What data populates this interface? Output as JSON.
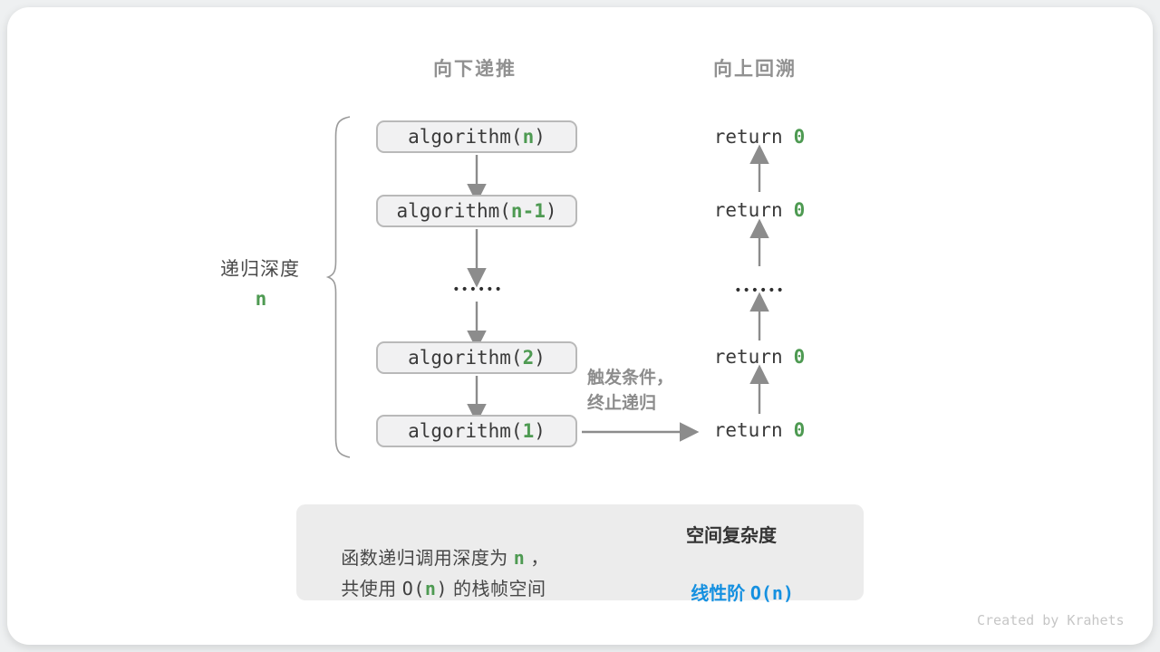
{
  "diagram": {
    "headers": {
      "recurse_down": "向下递推",
      "backtrack_up": "向上回溯"
    },
    "depth_label": {
      "text": "递归深度",
      "value": "n"
    },
    "call_stack": {
      "boxes": [
        {
          "pre": "algorithm(",
          "param": "n",
          "post": ")"
        },
        {
          "pre": "algorithm(",
          "param": "n-1",
          "post": ")"
        },
        {
          "pre": "algorithm(",
          "param": "2",
          "post": ")"
        },
        {
          "pre": "algorithm(",
          "param": "1",
          "post": ")"
        }
      ],
      "ellipsis": "••••••"
    },
    "returns": {
      "items": [
        {
          "keyword": "return",
          "value": "0"
        },
        {
          "keyword": "return",
          "value": "0"
        },
        {
          "keyword": "return",
          "value": "0"
        },
        {
          "keyword": "return",
          "value": "0"
        }
      ],
      "ellipsis": "••••••"
    },
    "base_case_note": {
      "line1": "触发条件，",
      "line2": "终止递归"
    },
    "summary": {
      "line1_pre": "函数递归调用深度为 ",
      "line1_param": "n",
      "line1_post": " ，",
      "line2_pre": "共使用 ",
      "line2_code_open": "O(",
      "line2_param": "n",
      "line2_code_close": ")",
      "line2_post": " 的栈帧空间",
      "result_title": "空间复杂度",
      "result_pre": "线性阶 ",
      "result_code": "O(n)"
    },
    "credit": "Created by Krahets"
  },
  "colors": {
    "green": "#4e9a52",
    "blue": "#1590e0",
    "arrow": "#8c8c8c",
    "box_fill": "#f1f1f2",
    "box_border": "#b9b9b9",
    "header_gray": "#919191",
    "note_gray": "#8c8c8c",
    "text_dark": "#3a3a3a",
    "summary_bg": "#ececec",
    "credit_gray": "#c6c6c6"
  }
}
